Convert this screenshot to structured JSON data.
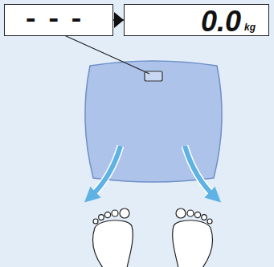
{
  "diagram": {
    "nodes": [
      {
        "text": [
          "---"
        ]
      },
      {
        "text": [
          "0.0",
          "kg"
        ]
      }
    ],
    "edges": [
      {
        "from": 0,
        "to": 1,
        "arrow": "to"
      }
    ]
  }
}
